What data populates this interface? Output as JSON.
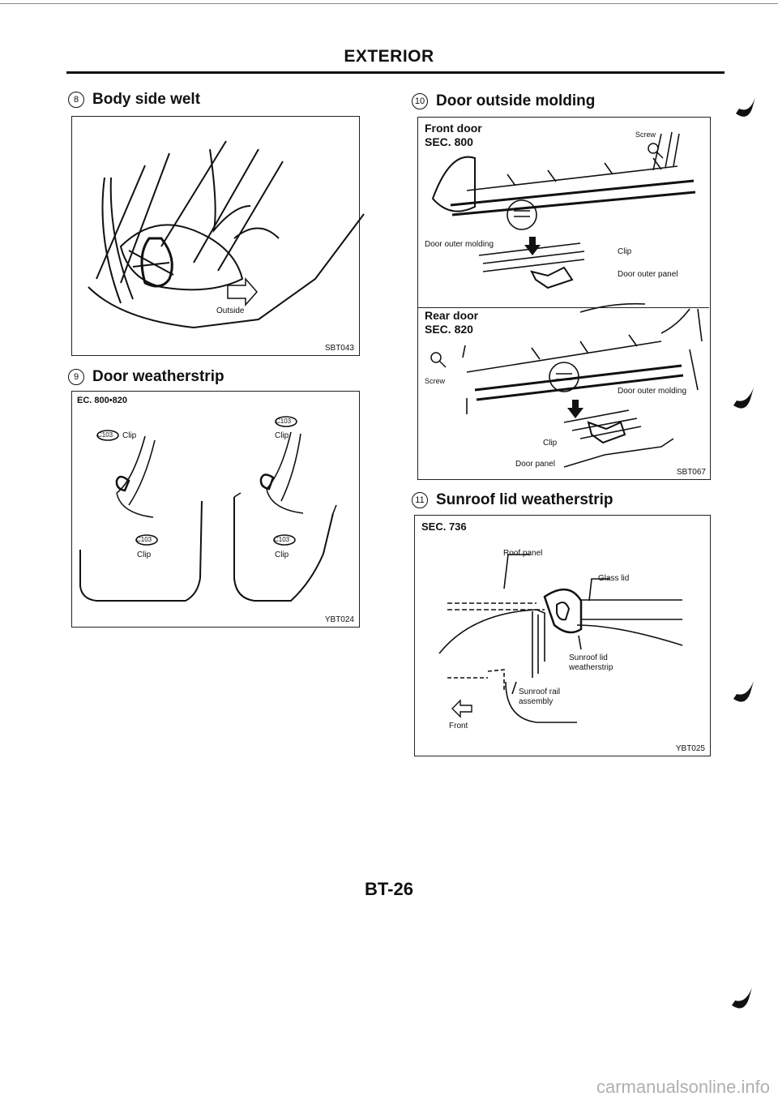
{
  "header": {
    "title": "EXTERIOR"
  },
  "sections": {
    "body_side_welt": {
      "number": "8",
      "title": "Body side welt",
      "labels": {
        "outside": "Outside"
      },
      "code": "SBT043"
    },
    "door_weatherstrip": {
      "number": "9",
      "title": "Door weatherstrip",
      "sec": "EC. 800•820",
      "labels": {
        "c103": "C103",
        "clip": "Clip"
      },
      "code": "YBT024"
    },
    "door_outside_molding": {
      "number": "10",
      "title": "Door outside molding",
      "front": {
        "heading": "Front door",
        "sec": "SEC. 800",
        "screw": "Screw",
        "outer_molding": "Door outer molding",
        "clip": "Clip",
        "outer_panel": "Door outer panel"
      },
      "rear": {
        "heading": "Rear door",
        "sec": "SEC. 820",
        "screw": "Screw",
        "outer_molding": "Door outer molding",
        "clip": "Clip",
        "door_panel": "Door panel"
      },
      "code": "SBT067"
    },
    "sunroof_lid_weatherstrip": {
      "number": "11",
      "title": "Sunroof lid weatherstrip",
      "sec": "SEC. 736",
      "labels": {
        "roof_panel": "Roof panel",
        "glass_lid": "Glass lid",
        "weatherstrip_1": "Sunroof lid",
        "weatherstrip_2": "weatherstrip",
        "rail_1": "Sunroof rail",
        "rail_2": "assembly",
        "front": "Front"
      },
      "code": "YBT025"
    }
  },
  "footer": {
    "page": "BT-26",
    "watermark": "carmanualsonline.info"
  }
}
